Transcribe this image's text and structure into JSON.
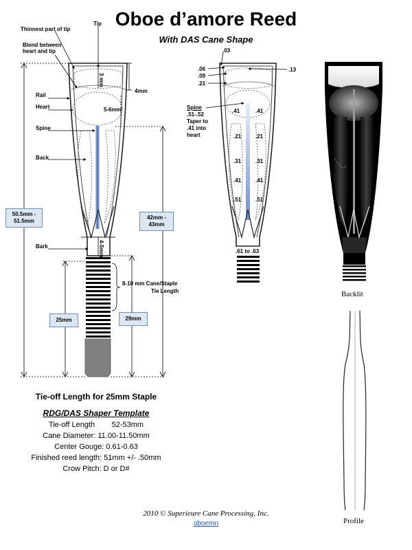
{
  "header": {
    "title": "Oboe d’amore Reed",
    "subtitle": "With DAS Cane Shape"
  },
  "left_labels": {
    "thinnest": "Thinnest part of tip",
    "tip": "Tip",
    "blend_line1": "Blend between",
    "blend_line2": "heart and tip",
    "rail": "Rail",
    "heart": "Heart",
    "spine": "Spine",
    "back": "Back",
    "bark": "Bark",
    "dim_3mm": "3 mm",
    "dim_4mm": "4mm",
    "dim_56mm": "5-6mm",
    "dim_45mm": "4-5mm",
    "tie_length_line1": "8-10 mm  Cane/Staple",
    "tie_length_line2": "Tie Length"
  },
  "boxes": {
    "total_line1": "50.5mm -",
    "total_line2": "51.5mm",
    "cane_line1": "42mm -",
    "cane_line2": "43mm",
    "staple25": "25mm",
    "staple29": "29mm"
  },
  "middle": {
    "m03": ".03",
    "m06": ".06",
    "m09": ".09",
    "m21": ".21",
    "m13": ".13",
    "spine_title": "Spine",
    "spine_l1": ".51-.52",
    "spine_l2": "Taper to",
    "spine_l3": ".41 into",
    "spine_l4": "heart",
    "r1l": ".41",
    "r1r": ".41",
    "r2l": ".21",
    "r2r": ".21",
    "r3l": ".31",
    "r3r": ".31",
    "r4l": ".41",
    "r4r": ".41",
    "r5l": ".51",
    "r5r": ".51",
    "bottom": ".61 to .63"
  },
  "specs": {
    "tie_off_title": "Tie-off Length for 25mm Staple",
    "template_title": "RDG/DAS Shaper Template",
    "lines": [
      "Tie-off Length        52-53mm",
      "Cane Diameter: 11.00-11.50mm",
      "Center Gouge: 0.61-0.63",
      "Finished reed length: 51mm +/- .50mm",
      "Crow Pitch: D or D#"
    ]
  },
  "right": {
    "backlit": "Backlit",
    "profile": "Profile"
  },
  "footer": {
    "copyright": "2010 © Superieure Cane Processing, Inc.",
    "link": "oboemn"
  },
  "colors": {
    "spine_blue": "#5b7fc2",
    "box_fill": "#dce7f3",
    "box_border": "#6e8fb4"
  }
}
